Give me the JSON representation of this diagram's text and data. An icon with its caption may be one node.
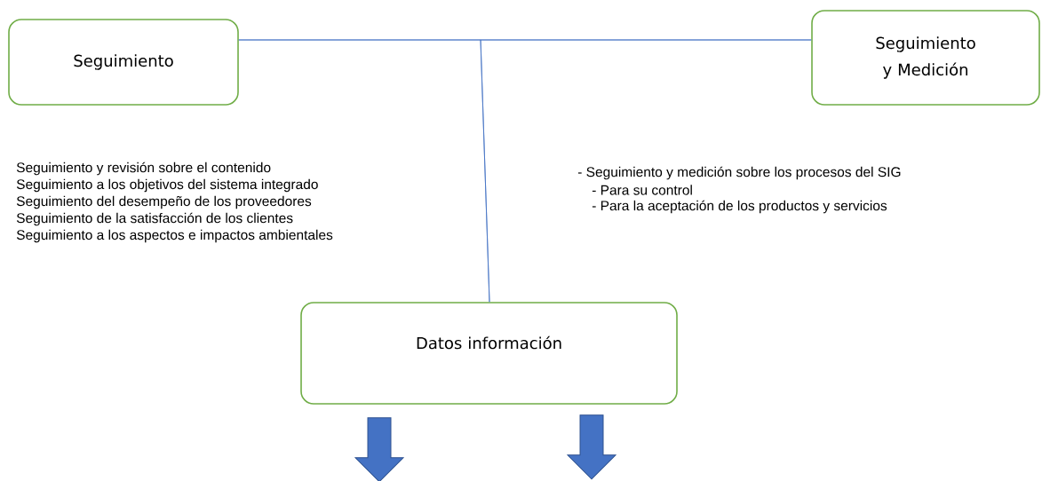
{
  "diagram": {
    "nodes": [
      {
        "text": [
          "Seguimiento"
        ]
      },
      {
        "text": [
          "Seguimiento y Medición"
        ]
      },
      {
        "text": [
          "Datos información"
        ]
      }
    ],
    "edges": [
      {
        "from": 0,
        "to": 1,
        "arrow": "none"
      },
      {
        "from": 0,
        "to": 2,
        "arrow": "none"
      },
      {
        "from": 1,
        "to": 2,
        "arrow": "none"
      },
      {
        "from": 2,
        "to": null,
        "arrow": "to",
        "style": "thick"
      },
      {
        "from": 2,
        "to": null,
        "arrow": "to",
        "style": "thick"
      }
    ],
    "labels": [
      "Seguimiento y revisión sobre el contenido",
      "Seguimiento a los objetivos del sistema integrado",
      "Seguimiento del desempeño de los proveedores",
      "Seguimiento de la satisfacción de los clientes",
      "Seguimiento a los aspectos e impactos ambientales",
      "- Seguimiento y medición sobre los procesos del SIG",
      "- Para su control",
      "- Para la aceptación de los productos y servicios"
    ]
  }
}
